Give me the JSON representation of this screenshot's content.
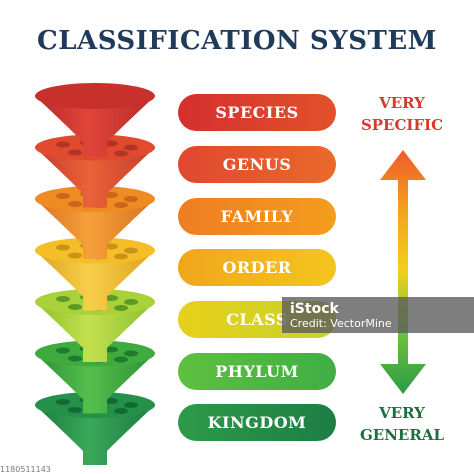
{
  "title": "CLASSIFICATION SYSTEM",
  "levels": [
    {
      "label": "SPECIES",
      "color_start": "#d42f2f",
      "color_end": "#e2512b"
    },
    {
      "label": "GENUS",
      "color_start": "#e0472f",
      "color_end": "#ea6a2a"
    },
    {
      "label": "FAMILY",
      "color_start": "#ee7d22",
      "color_end": "#f49d1e"
    },
    {
      "label": "ORDER",
      "color_start": "#f1a61c",
      "color_end": "#f4c51e"
    },
    {
      "label": "CLASS",
      "color_start": "#e8cf1b",
      "color_end": "#c5d42a"
    },
    {
      "label": "PHYLUM",
      "color_start": "#5ec03f",
      "color_end": "#3fae45"
    },
    {
      "label": "KINGDOM",
      "color_start": "#2d9a48",
      "color_end": "#1d7e44"
    }
  ],
  "funnel_colors": [
    {
      "top": "#c8302c",
      "body_light": "#e0453a",
      "body_dark": "#b82a28",
      "hole": "#a82222"
    },
    {
      "top": "#e04a2e",
      "body_light": "#ea6238",
      "body_dark": "#c43d2a",
      "hole": "#b23424"
    },
    {
      "top": "#f08a22",
      "body_light": "#f5a03a",
      "body_dark": "#d9731d",
      "hole": "#c9671a"
    },
    {
      "top": "#f5bd28",
      "body_light": "#f8cf4a",
      "body_dark": "#dca21e",
      "hole": "#c99318"
    },
    {
      "top": "#a9d23a",
      "body_light": "#c4e04e",
      "body_dark": "#8cbf2e",
      "hole": "#5d9a24"
    },
    {
      "top": "#3faa3e",
      "body_light": "#55bf4c",
      "body_dark": "#2e8f35",
      "hole": "#1e7a30"
    },
    {
      "top": "#24904a",
      "body_light": "#3aa85a",
      "body_dark": "#1b7a3f",
      "hole": "#146a36"
    }
  ],
  "scale": {
    "top_label_line1": "VERY",
    "top_label_line2": "SPECIFIC",
    "bottom_label_line1": "VERY",
    "bottom_label_line2": "GENERAL",
    "top_color": "#d63a2c",
    "bottom_color": "#1f6e3e",
    "arrow_colors": [
      "#ef5a2a",
      "#f3a41d",
      "#f1cf1d",
      "#6ec23c",
      "#2b9b47"
    ]
  },
  "watermark": {
    "brand": "iStock",
    "credit": "Credit: VectorMine",
    "image_id": "1180511143"
  }
}
